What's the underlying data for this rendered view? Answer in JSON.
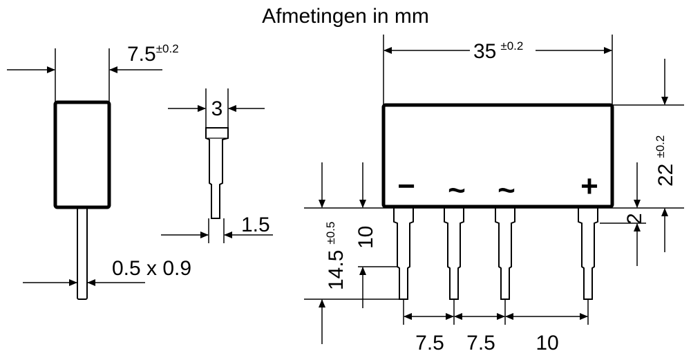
{
  "title": "Afmetingen in mm",
  "side_view": {
    "width_value": "7.5",
    "width_tol": "±0.2",
    "pin_size": "0.5 x 0.9"
  },
  "pin_detail": {
    "top_width": "3",
    "tip_width": "1.5"
  },
  "front_view": {
    "length_value": "35",
    "length_tol": "±0.2",
    "height_value": "22",
    "height_tol": "±0.2",
    "standoff": "2",
    "lead_length_value": "14.5",
    "lead_length_tol": "±0.5",
    "lead_visible": "10",
    "pitch_1": "7.5",
    "pitch_2": "7.5",
    "pitch_3": "10",
    "pin_labels": [
      "−",
      "~",
      "~",
      "+"
    ]
  },
  "colors": {
    "line": "#000000",
    "background": "#ffffff"
  }
}
